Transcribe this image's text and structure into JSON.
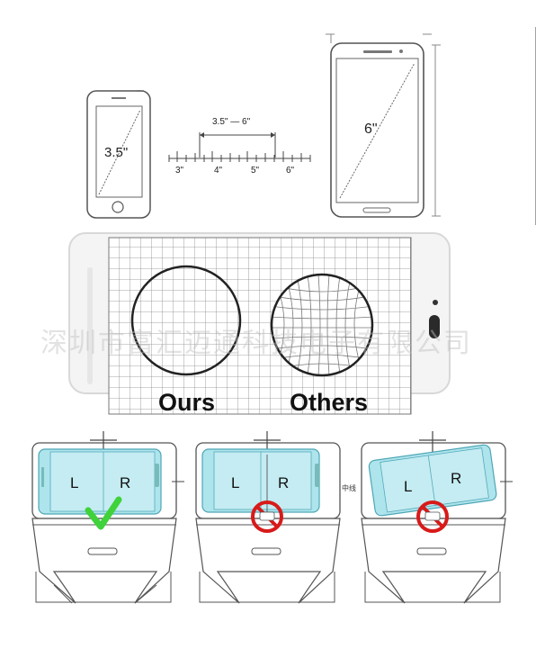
{
  "sizes": {
    "small": "3.5\"",
    "large": "6\"",
    "range": "3.5\" — 6\"",
    "ticks": [
      "3\"",
      "4\"",
      "5\"",
      "6\""
    ]
  },
  "comparison": {
    "ours": "Ours",
    "others": "Others"
  },
  "watermark": "深圳市富汇迈通科技电子有限公司",
  "holders": [
    {
      "left": "L",
      "right": "R",
      "status": "correct"
    },
    {
      "left": "L",
      "right": "R",
      "status": "incorrect",
      "note": "中线"
    },
    {
      "left": "L",
      "right": "R",
      "status": "incorrect"
    }
  ],
  "colors": {
    "screen": "#aee4ec",
    "check": "#3fd23a",
    "prohibit": "#d81a1a",
    "line": "#555555"
  }
}
